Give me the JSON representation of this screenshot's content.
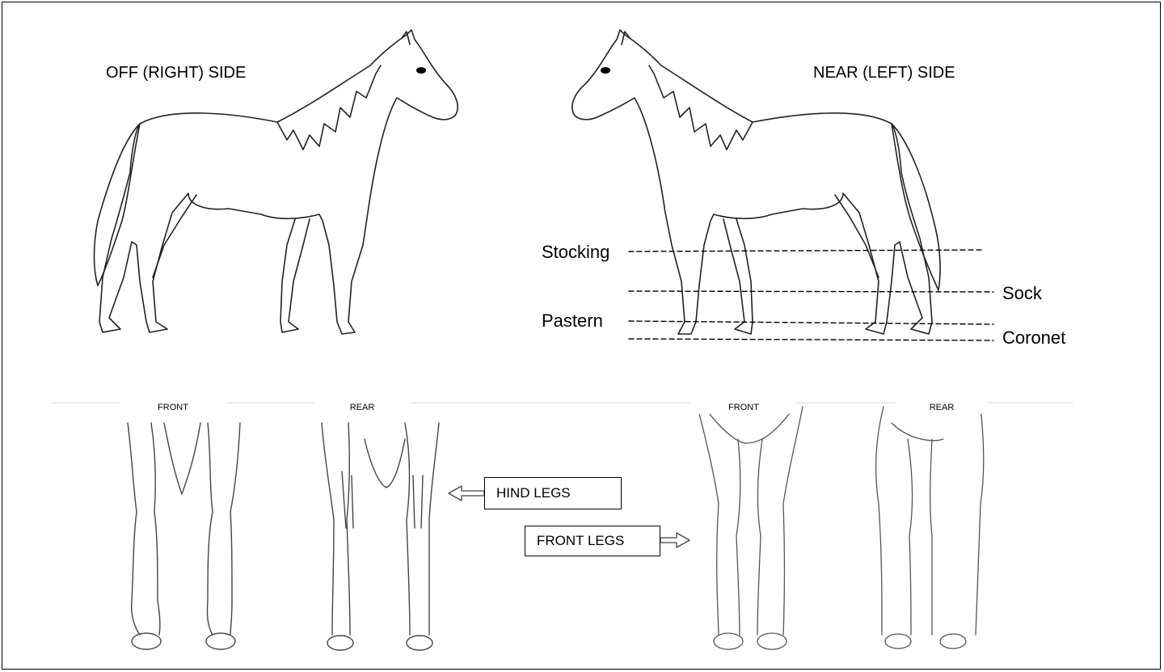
{
  "titles": {
    "off_side": "OFF (RIGHT) SIDE",
    "near_side": "NEAR (LEFT) SIDE"
  },
  "markings": {
    "stocking": "Stocking",
    "sock": "Sock",
    "pastern": "Pastern",
    "coronet": "Coronet"
  },
  "views": {
    "left_front": "FRONT",
    "left_rear": "REAR",
    "right_front": "FRONT",
    "right_rear": "REAR"
  },
  "callouts": {
    "hind_legs": "HIND LEGS",
    "front_legs": "FRONT LEGS"
  }
}
